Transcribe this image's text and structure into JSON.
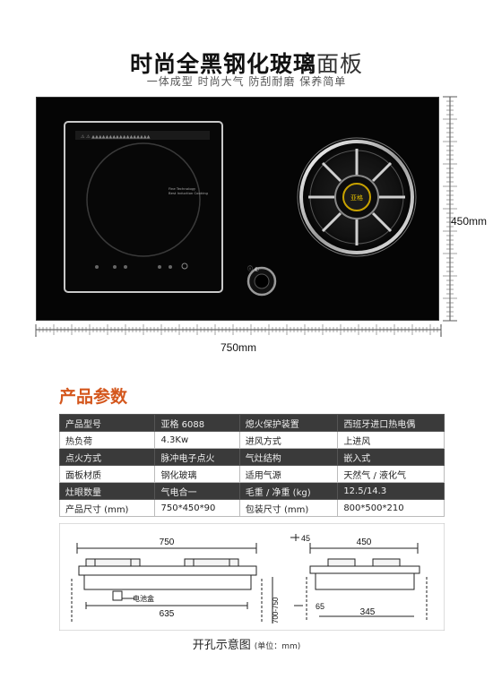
{
  "header": {
    "title_bold": "时尚全黑钢化玻璃",
    "title_light": "面板",
    "subtitle": "一体成型 时尚大气 防刮耐磨 保养简单"
  },
  "product_image": {
    "height_label": "450mm",
    "width_label": "750mm",
    "logo_text": "亚格",
    "induction_text": "Fine Technology Best Induction Cooking"
  },
  "specs": {
    "section_title": "产品参数",
    "rows": [
      [
        "产品型号",
        "亚格 6088",
        "熄火保护装置",
        "西班牙进口热电偶"
      ],
      [
        "热负荷",
        "4.3Kw",
        "进风方式",
        "上进风"
      ],
      [
        "点火方式",
        "脉冲电子点火",
        "气灶结构",
        "嵌入式"
      ],
      [
        "面板材质",
        "钢化玻璃",
        "适用气源",
        "天然气 / 液化气"
      ],
      [
        "灶眼数量",
        "气电合一",
        "毛重 / 净重 (kg)",
        "12.5/14.3"
      ],
      [
        "产品尺寸 (mm)",
        "750*450*90",
        "包装尺寸 (mm)",
        "800*500*210"
      ]
    ]
  },
  "diagram": {
    "front_width": "750",
    "cutout_width": "635",
    "battery_label": "电池盒",
    "cutout_height": "700-750",
    "side_top": "45",
    "side_width": "450",
    "side_bottom_a": "65",
    "side_bottom_b": "345",
    "title": "开孔示意图",
    "unit": "(单位：mm)"
  },
  "colors": {
    "accent": "#d4571d",
    "panel": "#050505",
    "dark_row": "#3a3a3a"
  }
}
